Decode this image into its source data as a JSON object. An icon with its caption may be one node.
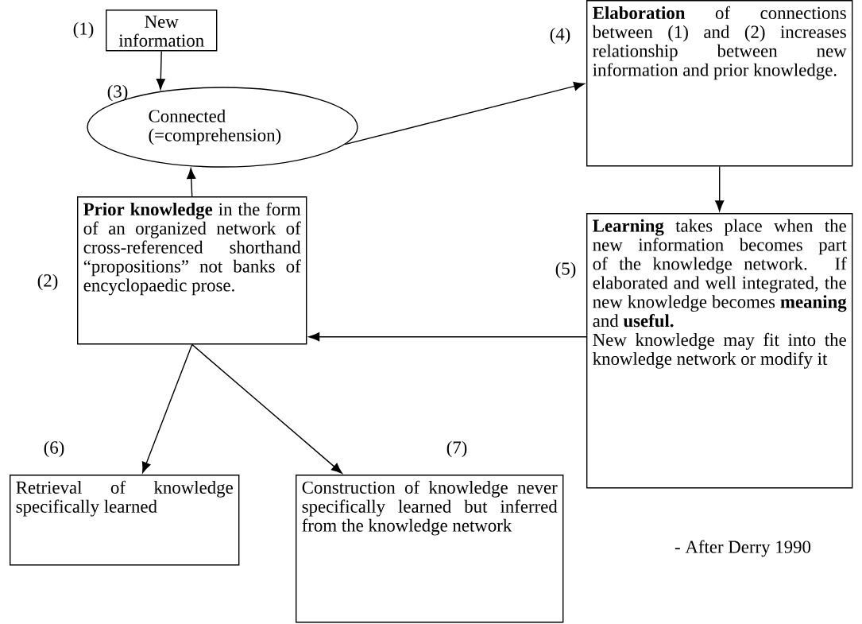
{
  "diagram": {
    "nodes": [
      {
        "text": [
          "New information"
        ],
        "beside": [
          "(1)"
        ]
      },
      {
        "text": [
          "Connected (=comprehension)"
        ],
        "beside": [
          "(3)"
        ]
      },
      {
        "text": [
          "**Elaboration** of connections between (1) and (2) increases relationship between new information and prior knowledge."
        ],
        "beside": [
          "(4)"
        ]
      },
      {
        "text": [
          "**Learning** takes place when the new information becomes part of the knowledge network. If elaborated and well integrated, the new knowledge becomes **meaning** and **useful.**",
          "New knowledge may fit into the knowledge network or modify it"
        ],
        "beside": [
          "(5)"
        ]
      },
      {
        "text": [
          "**Prior knowledge** in the form of an organized network of cross-referenced shorthand “propositions” not banks of encyclopaedic prose."
        ],
        "beside": [
          "(2)"
        ]
      },
      {
        "text": [
          "Retrieval of knowledge specifically learned"
        ],
        "beside": [
          "(6)"
        ]
      },
      {
        "text": [
          "Construction of knowledge never specifically learned but inferred from the knowledge network"
        ],
        "beside": [
          "(7)"
        ]
      }
    ],
    "edges": [
      {
        "from": 0,
        "to": 1,
        "arrow": "to"
      },
      {
        "from": 4,
        "to": 1,
        "arrow": "to"
      },
      {
        "from": 1,
        "to": 2,
        "arrow": "to"
      },
      {
        "from": 2,
        "to": 3,
        "arrow": "to"
      },
      {
        "from": 3,
        "to": 4,
        "arrow": "to"
      },
      {
        "from": 4,
        "to": 5,
        "arrow": "to"
      },
      {
        "from": 4,
        "to": 6,
        "arrow": "to"
      }
    ],
    "labels": [
      "- After Derry 1990"
    ]
  }
}
